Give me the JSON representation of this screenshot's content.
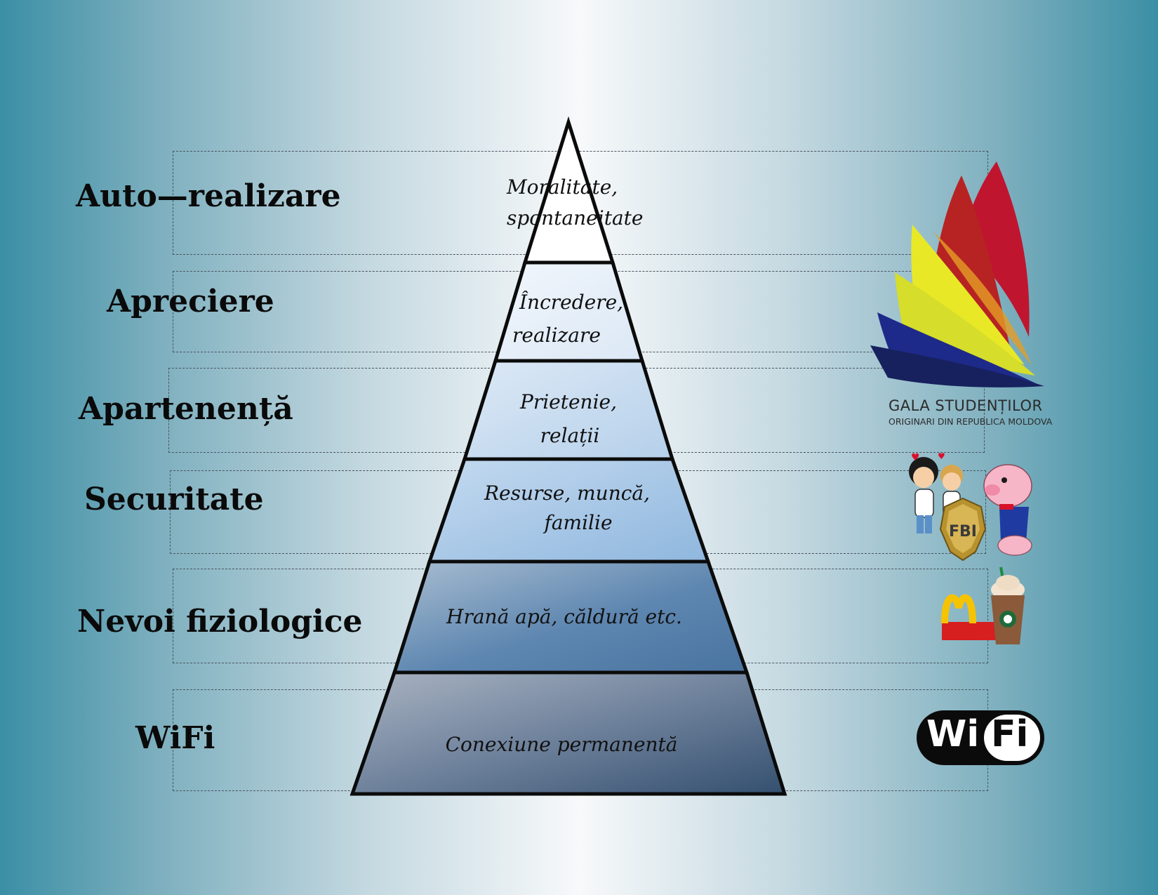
{
  "levels": [
    {
      "label": "Auto—realizare",
      "text_lines": [
        "Moralitate,",
        "spontaneitate"
      ]
    },
    {
      "label": "Apreciere",
      "text_lines": [
        "Încredere,",
        "realizare"
      ]
    },
    {
      "label": "Apartenență",
      "text_lines": [
        "Prietenie,",
        "relații"
      ]
    },
    {
      "label": "Securitate",
      "text_lines": [
        "Resurse, muncă,",
        "familie"
      ]
    },
    {
      "label": "Nevoi fiziologice",
      "text_lines": [
        "Hrană apă, căldură etc."
      ]
    },
    {
      "label": "WiFi",
      "text_lines": [
        "Conexiune permanentă"
      ]
    }
  ],
  "logo": {
    "title": "GALA STUDENȚILOR",
    "subtitle": "ORIGINARI DIN REPUBLICA MOLDOVA"
  },
  "icons": {
    "cartoon": "cartoon-characters-icon",
    "fbi_badge": "fbi-badge-icon",
    "fast_food": "fast-food-icon",
    "coffee": "coffee-cup-icon",
    "wifi": "wifi-logo-icon"
  },
  "wifi_logo": {
    "left": "Wi",
    "right": "Fi"
  },
  "colors": {
    "background_edge": "#3b8fa5",
    "background_center": "#f7f9fa",
    "tier_top": "#ffffff",
    "tier_bottom": "#3a5878",
    "logo_red": "#c0152f",
    "logo_yellow": "#e8e826",
    "logo_blue": "#1e2a8a"
  }
}
